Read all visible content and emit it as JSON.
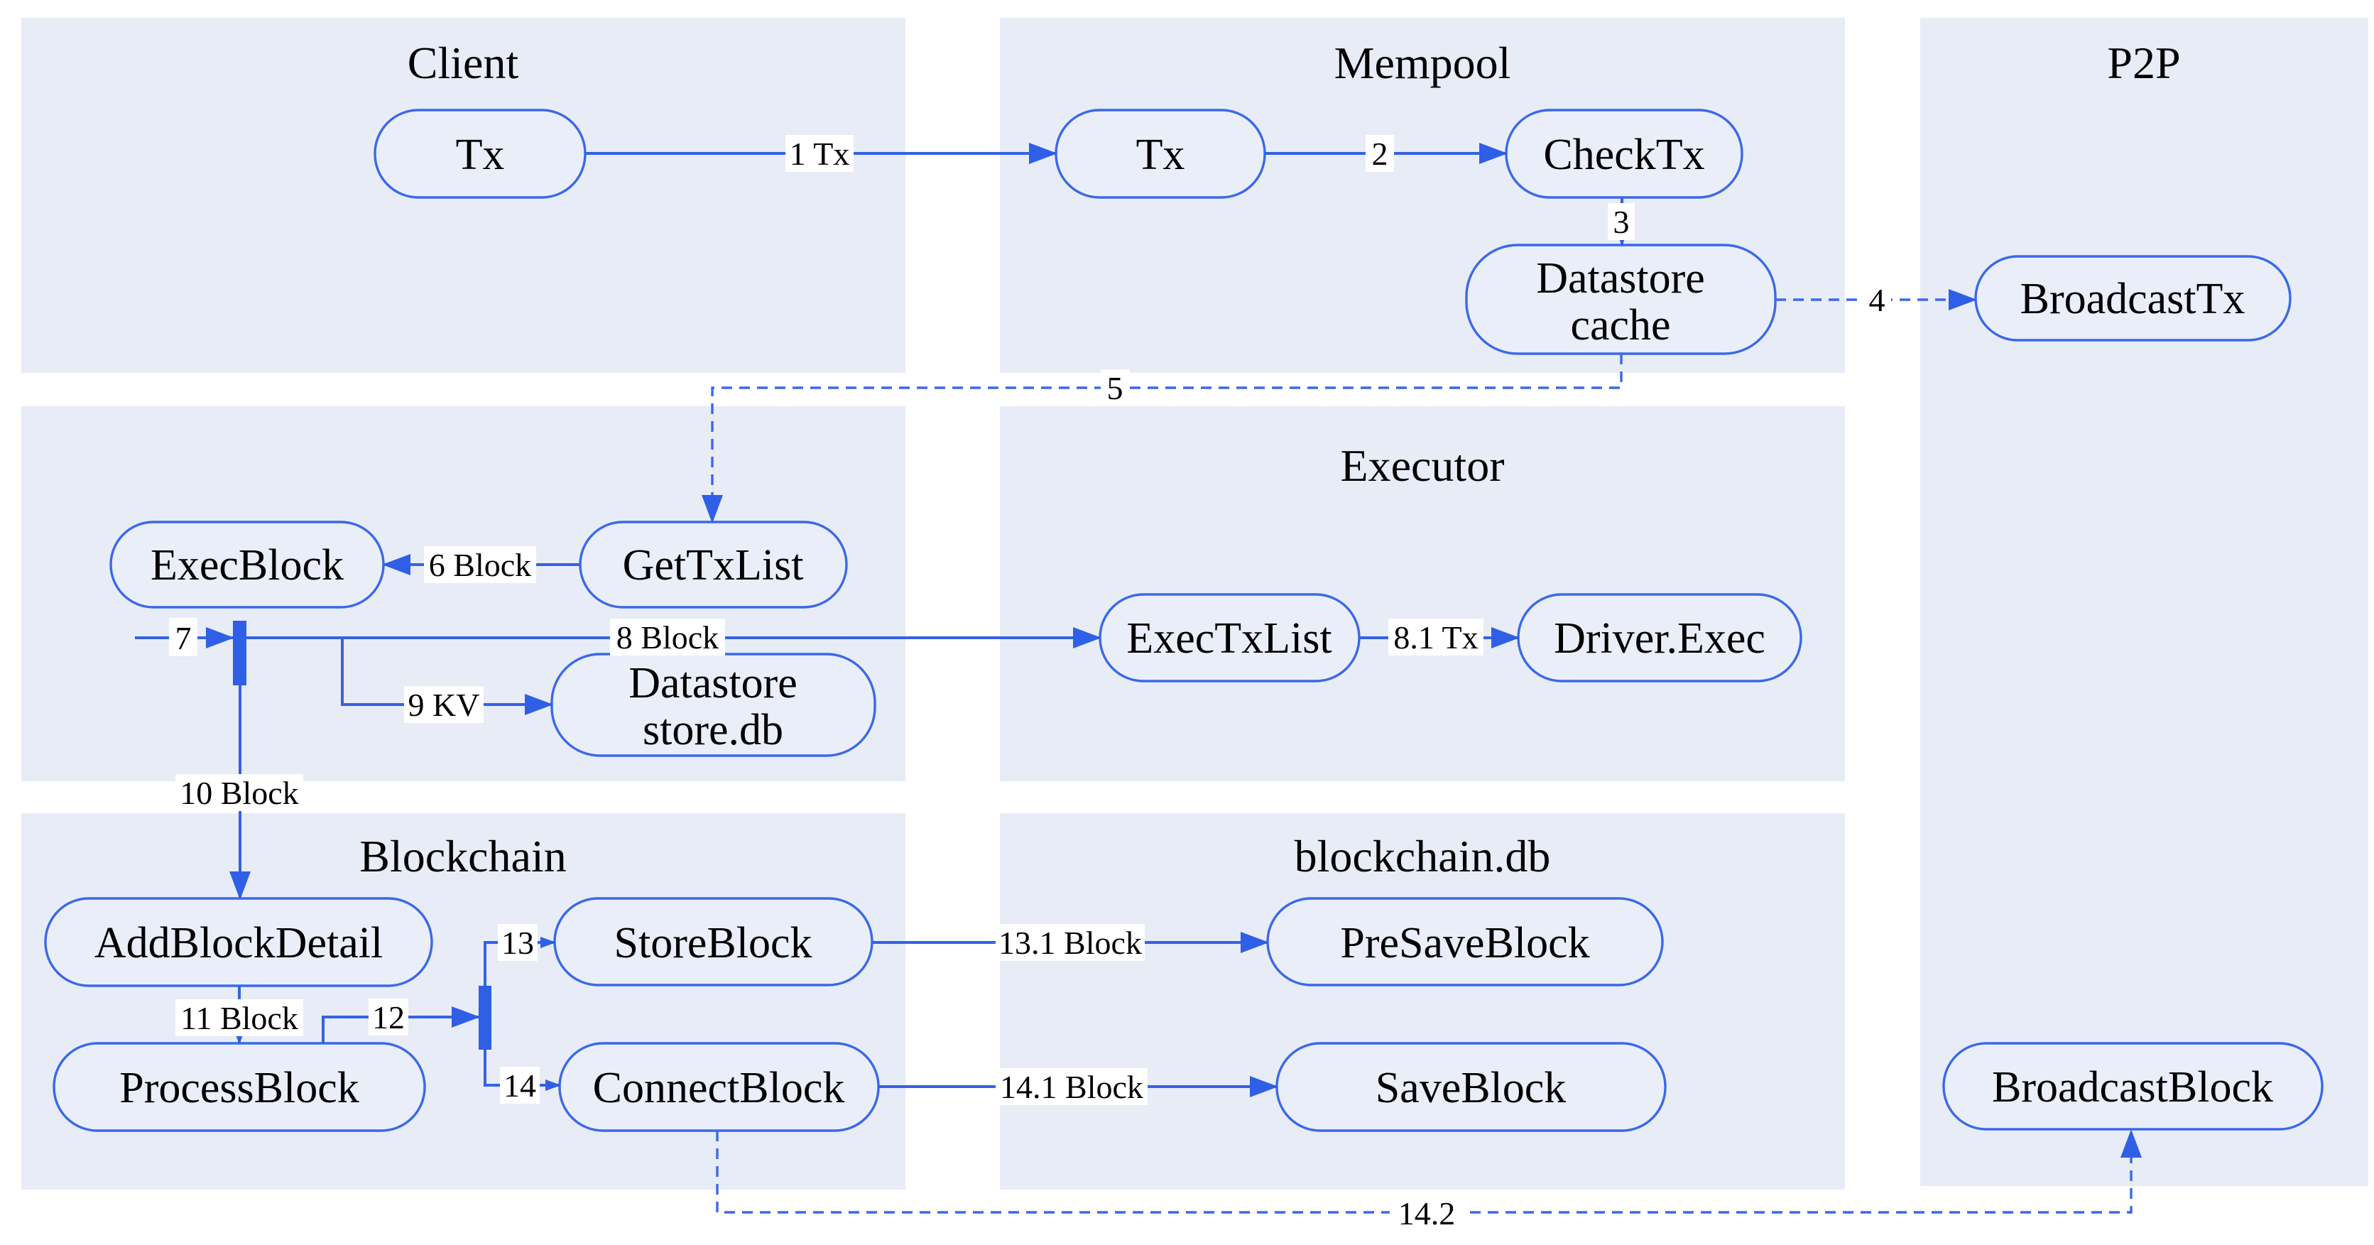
{
  "colors": {
    "accent_line": "#3462e4",
    "accent_border": "#3a69e8",
    "accent_solid": "#2e5fe6",
    "container_fill": "#e8ecf7",
    "node_fill": "#eaeef9",
    "label_bg": "#ffffff",
    "text": "#000000",
    "page_bg": "#ffffff"
  },
  "containers": {
    "client": "Client",
    "mempool": "Mempool",
    "p2p": "P2P",
    "executor": "Executor",
    "blockchain": "Blockchain",
    "blockchain_db": "blockchain.db"
  },
  "nodes": {
    "client_tx": "Tx",
    "mempool_tx": "Tx",
    "checktx": "CheckTx",
    "datastore_cache_line1": "Datastore",
    "datastore_cache_line2": "cache",
    "broadcasttx": "BroadcastTx",
    "execblock": "ExecBlock",
    "gettxlist": "GetTxList",
    "datastore_db_line1": "Datastore",
    "datastore_db_line2": "store.db",
    "exectxlist": "ExecTxList",
    "driverexec": "Driver.Exec",
    "addblockdetail": "AddBlockDetail",
    "processblock": "ProcessBlock",
    "storeblock": "StoreBlock",
    "connectblock": "ConnectBlock",
    "presaveblock": "PreSaveBlock",
    "saveblock": "SaveBlock",
    "broadcastblock": "BroadcastBlock"
  },
  "edges": {
    "e1": "1 Tx",
    "e2": "2",
    "e3": "3",
    "e4": "4",
    "e5": "5",
    "e6": "6 Block",
    "e7": "7",
    "e8": "8 Block",
    "e8_1": "8.1 Tx",
    "e9": "9 KV",
    "e10": "10 Block",
    "e11": "11 Block",
    "e12": "12",
    "e13": "13",
    "e14": "14",
    "e13_1": "13.1 Block",
    "e14_1": "14.1 Block",
    "e14_2": "14.2"
  }
}
